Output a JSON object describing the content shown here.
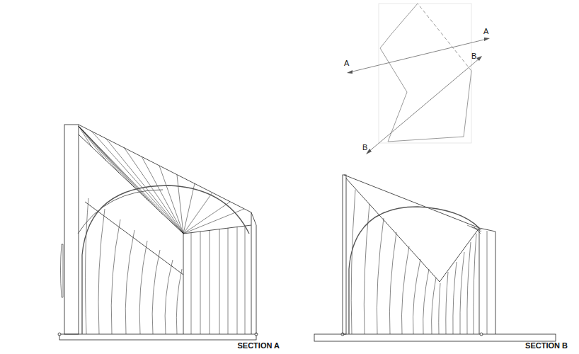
{
  "diagram": {
    "labels": [
      "A",
      "A",
      "B",
      "B",
      "SECTION A",
      "SECTION B"
    ]
  }
}
